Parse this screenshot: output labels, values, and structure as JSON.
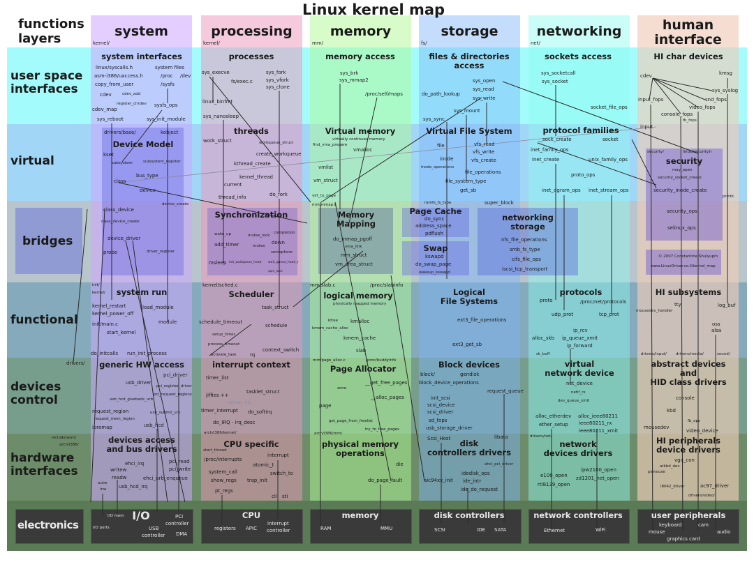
{
  "title": "Linux kernel map",
  "corner_label": "functions\nlayers",
  "layers": [
    "user space\ninterfaces",
    "virtual",
    "bridges",
    "functional",
    "devices\ncontrol",
    "hardware\ninterfaces",
    "electronics"
  ],
  "columns": [
    {
      "name": "system",
      "dir": "kernel/"
    },
    {
      "name": "processing",
      "dir": "kernel/"
    },
    {
      "name": "memory",
      "dir": "mm/"
    },
    {
      "name": "storage",
      "dir": "fs/"
    },
    {
      "name": "networking",
      "dir": "net/"
    },
    {
      "name": "human\ninterface",
      "dir": ""
    }
  ],
  "colors": {
    "user_space": "#a4fbfb",
    "virtual": "#a2d6f6",
    "bridges": "#b9c5cc",
    "functional": "#84aabb",
    "devices_control": "#779d8c",
    "hardware_interfaces": "#6d8c69",
    "electronics": "#5b7a56",
    "electronics_box": "#3a3a3a"
  },
  "cells": {
    "sys_usi": {
      "title": "system interfaces",
      "items": [
        "linux/syscalls.h",
        "system files",
        "asm-i386/uaccess.h",
        "/proc",
        "/dev",
        "copy_from_user",
        "/sysfs",
        "cdev",
        "cdev_add",
        "register_chrdev",
        "sysfs_ops",
        "cdev_map",
        "sys_reboot",
        "sys_init_module"
      ]
    },
    "sys_virt": {
      "title": "Device Model",
      "items": [
        "drivers/base/",
        "kobject",
        "kset",
        "subsystem",
        "subsystem_register",
        "bus_type",
        "class",
        "device",
        "device_create"
      ]
    },
    "sys_bridge": {
      "title": "",
      "items": [
        "class_device",
        "class_device_create",
        "device_driver",
        "probe",
        "driver_register"
      ]
    },
    "sys_func": {
      "title": "system run",
      "items": [
        "init/",
        "kernel/",
        "kernel_restart",
        "kernel_power_off",
        "load_module",
        "module",
        "init/main.c",
        "start_kernel",
        "do_initcalls",
        "run_init_process"
      ]
    },
    "sys_dev": {
      "title": "generic HW access",
      "items": [
        "drivers/",
        "pci_driver",
        "usb_driver",
        "pci_register_driver",
        "pci_request_regions",
        "usb_hcd_giveback_urb",
        "request_region",
        "request_mem_region",
        "usb_submit_urb",
        "usb_hcd",
        "ioremap"
      ]
    },
    "sys_hw": {
      "title": "devices access\nand bus drivers",
      "items": [
        "include/asm/",
        "arch/i386/",
        "ehci_irq",
        "pci_read",
        "pci_write",
        "writew",
        "readw",
        "ehci_urb_enqueue",
        "outw",
        "inw",
        "usb_hcd_irq"
      ]
    },
    "sys_el": {
      "title": "I/O",
      "items": [
        "I/O mem",
        "PCI",
        "controller",
        "I/O ports",
        "USB",
        "controller",
        "DMA"
      ]
    },
    "proc_usi": {
      "title": "processes",
      "items": [
        "sys_execve",
        "sys_fork",
        "fs/exec.c",
        "sys_vfork",
        "sys_clone",
        "linux_binfmt",
        "sys_nanosleep"
      ]
    },
    "proc_virt": {
      "title": "threads",
      "items": [
        "work_struct",
        "workqueue_struct",
        "create_workqueue",
        "kthread_create",
        "kernel_thread",
        "current",
        "thread_info",
        "do_fork"
      ]
    },
    "proc_bridge": {
      "title": "Synchronization",
      "items": [
        "wake_up",
        "mutex_lock",
        "completion",
        "add_timer",
        "mutex",
        "down",
        "semaphore",
        "msleep",
        "init_waitqueue_head",
        "wait_queue_head_t",
        "spin_lock"
      ]
    },
    "proc_func": {
      "title": "Scheduler",
      "items": [
        "kernel/sched.c",
        "task_struct",
        "schedule_timeout",
        "schedule",
        "setup_timer",
        "process_timeout",
        "context_switch",
        "activate_task",
        "rq"
      ]
    },
    "proc_dev": {
      "title": "interrupt context",
      "items": [
        "timer_list",
        "tasklet_struct",
        "jiffies ++",
        "setup_irq",
        "timer_interrupt",
        "do_softirq",
        "do_IRQ - irq_desc"
      ]
    },
    "proc_hw": {
      "title": "CPU specific",
      "items": [
        "arch/i386/kernel/",
        "start_thread",
        "interrupt",
        "/proc/interrupts",
        "atomic_t",
        "system_call",
        "switch_to",
        "show_regs",
        "trap_init",
        "pt_regs",
        "cli",
        "sti"
      ]
    },
    "proc_el": {
      "title": "CPU",
      "items": [
        "registers",
        "APIC",
        "interrupt",
        "controller"
      ]
    },
    "mem_usi": {
      "title": "memory access",
      "items": [
        "sys_brk",
        "sys_mmap2",
        "/proc/self/maps"
      ]
    },
    "mem_virt": {
      "title": "Virtual memory",
      "items": [
        "virtually continues memory",
        "find_vma_prepare",
        "vmalloc",
        "vmlist",
        "vm_struct",
        "virt_to_page"
      ]
    },
    "mem_bridge": {
      "title": "Memory\nMapping",
      "items": [
        "mm/mmap.c",
        "do_mmap_pgoff",
        "vma_link",
        "mm_struct",
        "vm_area_struct"
      ]
    },
    "mem_func": {
      "title": "logical memory",
      "items": [
        "mm/slab.c",
        "/proc/slabinfo",
        "physically mapped memory",
        "kfree",
        "kmalloc",
        "kmem_cache_alloc",
        "kmem_cache",
        "slab"
      ]
    },
    "mem_dev": {
      "title": "Page Allocator",
      "items": [
        "mm/page_alloc.c",
        "/proc/buddyinfo",
        "__get_free_pages",
        "zone",
        "__alloc_pages",
        "page",
        "get_page_from_freelist",
        "try_to_free_pages"
      ]
    },
    "mem_hw": {
      "title": "physical memory\noperations",
      "items": [
        "arch/i386/mm/",
        "die",
        "do_page_fault"
      ]
    },
    "mem_el": {
      "title": "memory",
      "items": [
        "RAM",
        "MMU"
      ]
    },
    "sto_usi": {
      "title": "files & directories\naccess",
      "items": [
        "sys_open",
        "sys_read",
        "do_path_lookup",
        "sys_write",
        "sys_mount",
        "sys_sync"
      ]
    },
    "sto_virt": {
      "title": "Virtual File System",
      "items": [
        "file",
        "vfs_read",
        "vfs_write",
        "inode",
        "vfs_create",
        "inode_operations",
        "file_operations",
        "file_system_type",
        "get_sb",
        "ramfs_fs_type",
        "super_block"
      ]
    },
    "sto_cache": {
      "title": "Page Cache",
      "items": [
        "do_sync",
        "address_space",
        "pdflush"
      ]
    },
    "sto_swap": {
      "title": "Swap",
      "items": [
        "kswapd",
        "do_swap_page",
        "wakeup_kswapd"
      ]
    },
    "net_storage": {
      "title": "networking\nstorage",
      "items": [
        "nfs_file_operations",
        "smb_fs_type",
        "cifs_file_ops",
        "iscsi_tcp_transport"
      ]
    },
    "sto_func": {
      "title": "Logical\nFile Systems",
      "items": [
        "ext3_file_operations",
        "ext3_get_sb"
      ]
    },
    "sto_dev": {
      "title": "Block devices",
      "items": [
        "block/",
        "gendisk",
        "block_device_operations",
        "request_queue",
        "init_scsi",
        "scsi_device",
        "scsi_driver",
        "sd_fops",
        "usb_storage_driver"
      ]
    },
    "sto_hw": {
      "title": "disk\ncontrollers drivers",
      "items": [
        "Scsi_Host",
        "libata",
        "ahci_pci_driver",
        "idedisk_ops",
        "aic94xx_init",
        "ide_intr",
        "ide_do_request"
      ]
    },
    "sto_el": {
      "title": "disk controllers",
      "items": [
        "SCSI",
        "IDE",
        "SATA"
      ]
    },
    "net_usi": {
      "title": "sockets access",
      "items": [
        "sys_socketcall",
        "sys_socket",
        "socket_file_ops"
      ]
    },
    "net_virt": {
      "title": "protocol families",
      "items": [
        "__sock_create",
        "socket",
        "inet_family_ops",
        "inet_create",
        "unix_family_ops",
        "proto_ops",
        "inet_dgram_ops",
        "inet_stream_ops"
      ]
    },
    "net_func": {
      "title": "protocols",
      "items": [
        "proto",
        "/proc/net/protocols",
        "udp_prot",
        "tcp_prot",
        "ip_rcv",
        "alloc_skb",
        "ip_queue_xmit",
        "ip_forward",
        "sk_buff"
      ]
    },
    "net_dev": {
      "title": "virtual\nnetwork device",
      "items": [
        "net_device",
        "netif_rx",
        "dev_queue_xmit",
        "alloc_etherdev",
        "alloc_ieee80211",
        "ether_setup",
        "ieee80211_rx",
        "ieee80211_xmit"
      ]
    },
    "net_hw": {
      "title": "network\ndevices drivers",
      "items": [
        "drivers/net/",
        "ipw2100_open",
        "e100_open",
        "zd1201_net_open",
        "rtl8139_open"
      ]
    },
    "net_el": {
      "title": "network controllers",
      "items": [
        "Ethernet",
        "WiFi"
      ]
    },
    "hi_usi": {
      "title": "HI char devices",
      "items": [
        "cdev",
        "kmsg",
        "sys_syslog",
        "input_fops",
        "snd_fops",
        "video_fops",
        "console_fops",
        "fb_fops"
      ]
    },
    "hi_virt": {
      "title": "security",
      "items": [
        "input",
        "security/",
        "linux/security.h",
        "may_open",
        "security_socket_create",
        "security_inode_create",
        "printk",
        "security_ops",
        "selinux_ops"
      ]
    },
    "hi_copy": {
      "title": "",
      "items": [
        "© 2007 Constantine Shulyupin",
        "www.LinuxDriver.co.il/kernel_map"
      ]
    },
    "hi_func": {
      "title": "HI subsystems",
      "items": [
        "tty",
        "mousedev_handler",
        "log_buf",
        "oss",
        "alsa",
        "drivers/input/",
        "drivers/media/",
        "sound/"
      ]
    },
    "hi_dev": {
      "title": "abstract devices\nand\nHID class drivers",
      "items": [
        "console",
        "kbd",
        "fb_ops",
        "mousedev",
        "video_device"
      ]
    },
    "hi_hw": {
      "title": "HI peripherals\ndevice drivers",
      "items": [
        "vga_con",
        "atkbd_dev",
        "psmouse",
        "i8042_driver",
        "ac97_driver",
        "drivers/video/"
      ]
    },
    "hi_el": {
      "title": "user peripherals",
      "items": [
        "keyboard",
        "cam",
        "mouse",
        "audio",
        "graphics card"
      ]
    }
  }
}
